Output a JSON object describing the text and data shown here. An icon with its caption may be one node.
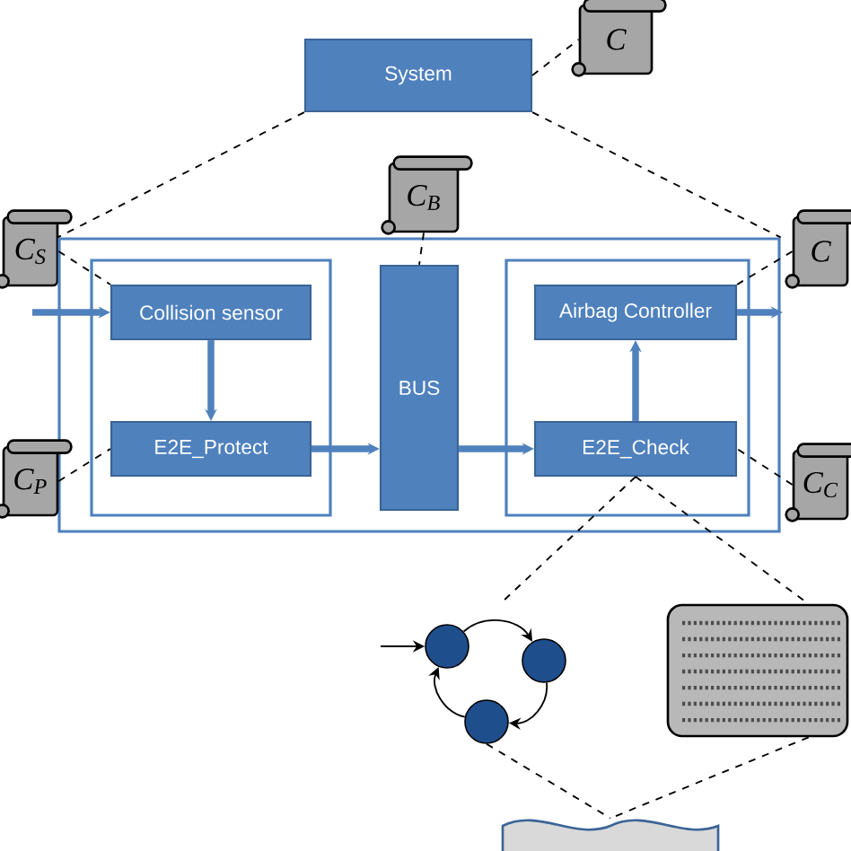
{
  "diagram": {
    "nodes": [
      {
        "text": [
          "System"
        ]
      },
      {
        "text": [
          "C"
        ]
      },
      {
        "text": [
          "C$_{B}$"
        ]
      },
      {
        "text": [
          "C$_{S}$"
        ]
      },
      {
        "text": [
          "C"
        ]
      },
      {
        "text": [],
        "shape": "box"
      },
      {
        "text": [],
        "shape": "box",
        "in": 5
      },
      {
        "text": [
          "Collision sensor"
        ],
        "in": 6
      },
      {
        "text": [
          "E2E_Protect"
        ],
        "in": 6
      },
      {
        "text": [
          "BUS"
        ],
        "in": 5
      },
      {
        "text": [],
        "shape": "box",
        "in": 5
      },
      {
        "text": [
          "Airbag Controller"
        ],
        "in": 10
      },
      {
        "text": [
          "E2E_Check"
        ],
        "in": 10
      },
      {
        "text": [
          "C$_{P}$"
        ]
      },
      {
        "text": [
          "C$_{C}$"
        ]
      },
      {
        "text": [],
        "shape": "circle"
      },
      {
        "text": [],
        "shape": "circle"
      },
      {
        "text": [],
        "shape": "circle"
      },
      {
        "text": [],
        "shape": "box"
      },
      {
        "text": [],
        "shape": "box"
      }
    ],
    "edges": [
      {
        "from": 0,
        "to": 1,
        "arrow": "none",
        "style": "dashed"
      },
      {
        "from": 0,
        "to": 5,
        "arrow": "none",
        "style": "dashed"
      },
      {
        "from": 0,
        "to": 5,
        "arrow": "none",
        "style": "dashed"
      },
      {
        "from": 2,
        "to": 9,
        "arrow": "none",
        "style": "dashed"
      },
      {
        "from": 3,
        "to": 7,
        "arrow": "none",
        "style": "dashed"
      },
      {
        "from": 4,
        "to": 11,
        "arrow": "none",
        "style": "dashed"
      },
      {
        "from": null,
        "to": 7,
        "arrow": "to",
        "style": "thick",
        "color": "#4f81bd"
      },
      {
        "from": 7,
        "to": 8,
        "arrow": "to",
        "style": "thick",
        "color": "#4f81bd"
      },
      {
        "from": 8,
        "to": 9,
        "arrow": "to",
        "style": "thick",
        "color": "#4f81bd"
      },
      {
        "from": 9,
        "to": 12,
        "arrow": "to",
        "style": "thick",
        "color": "#4f81bd"
      },
      {
        "from": 12,
        "to": 11,
        "arrow": "to",
        "style": "thick",
        "color": "#4f81bd"
      },
      {
        "from": 11,
        "to": null,
        "arrow": "to",
        "style": "thick",
        "color": "#4f81bd"
      },
      {
        "from": 13,
        "to": 8,
        "arrow": "none",
        "style": "dashed"
      },
      {
        "from": 14,
        "to": 12,
        "arrow": "none",
        "style": "dashed"
      },
      {
        "from": 12,
        "to": null,
        "arrow": "none",
        "style": "dashed"
      },
      {
        "from": 12,
        "to": 18,
        "arrow": "none",
        "style": "dashed"
      },
      {
        "from": 17,
        "to": 19,
        "arrow": "none",
        "style": "dashed"
      },
      {
        "from": 18,
        "to": 19,
        "arrow": "none",
        "style": "dashed"
      },
      {
        "from": null,
        "to": 15,
        "arrow": "to"
      },
      {
        "from": 15,
        "to": 16,
        "arrow": "to"
      },
      {
        "from": 16,
        "to": 17,
        "arrow": "to"
      },
      {
        "from": 17,
        "to": 15,
        "arrow": "to"
      }
    ]
  }
}
